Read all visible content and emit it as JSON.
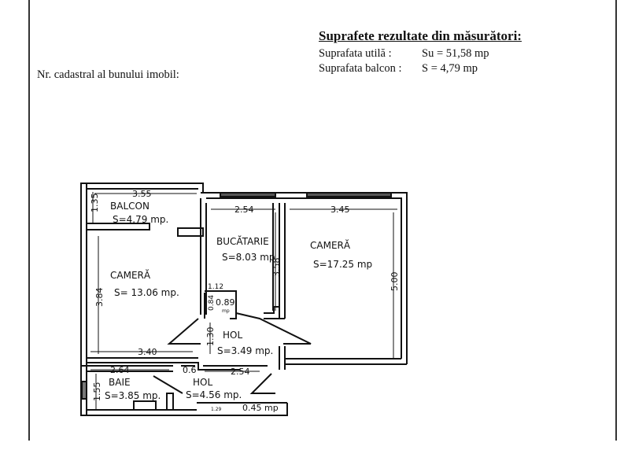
{
  "header": {
    "title": "Suprafete rezultate din măsurători:",
    "usable_label": "Suprafata utilă :",
    "usable_value": "Su = 51,58 mp",
    "balcony_label": "Suprafata balcon :",
    "balcony_value": "S = 4,79 mp",
    "cadastral_label": "Nr. cadastral al bunului imobil:"
  },
  "plan": {
    "rooms": [
      {
        "name": "BALCON",
        "area": "S=4.79 mp."
      },
      {
        "name": "CAMERĂ",
        "area": "S= 13.06 mp."
      },
      {
        "name": "BUCĂTARIE",
        "area": "S=8.03 mp"
      },
      {
        "name": "CAMERĂ",
        "area": "S=17.25 mp"
      },
      {
        "name": "HOL",
        "area": "S=3.49 mp."
      },
      {
        "name": "BAIE",
        "area": "S=3.85 mp."
      },
      {
        "name": "HOL",
        "area": "S=4.56 mp."
      }
    ],
    "closet_area": "0.89",
    "closet_unit": "mp",
    "small_area": "0.45 mp",
    "dimensions": [
      "3.55",
      "1.35",
      "2.54",
      "3.45",
      "3.58",
      "5.00",
      "3.84",
      "1.12",
      "0.84",
      "1.30",
      "3.40",
      "2.64",
      "0.6",
      "2.54",
      "1.55",
      "1.29"
    ]
  }
}
